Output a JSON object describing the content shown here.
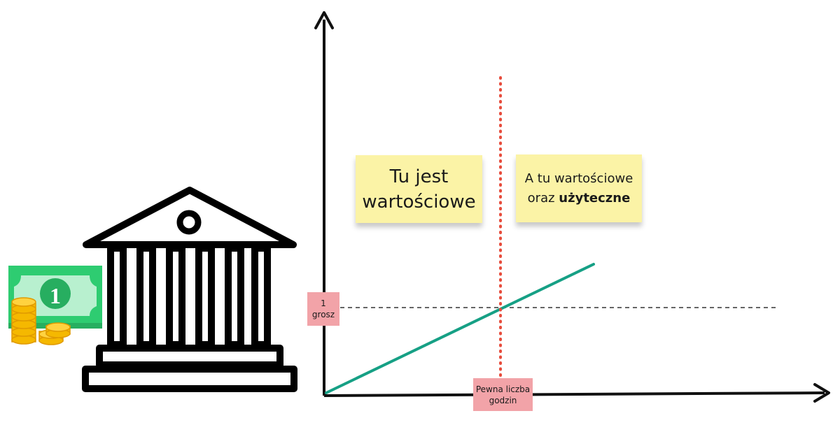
{
  "notes": {
    "left": {
      "line1": "Tu jest",
      "line2": "wartościowe"
    },
    "right": {
      "line1": "A tu wartościowe",
      "line2_prefix": "oraz ",
      "line2_bold": "użyteczne"
    }
  },
  "axis_labels": {
    "y_marker": {
      "line1": "1",
      "line2": "grosz"
    },
    "x_marker": {
      "line1": "Pewna liczba",
      "line2": "godzin"
    }
  },
  "icons": {
    "bank": "bank-building-icon",
    "banknote": "dollar-bill-icon",
    "coins": "coin-stack-icon"
  },
  "colors": {
    "note": "#fbf3a6",
    "tag": "#f2a3a8",
    "trend_line": "#16a085",
    "threshold_line": "#e74c3c",
    "axis": "#111111",
    "bill_green": "#2ecc71",
    "coin_gold": "#f5b800"
  }
}
